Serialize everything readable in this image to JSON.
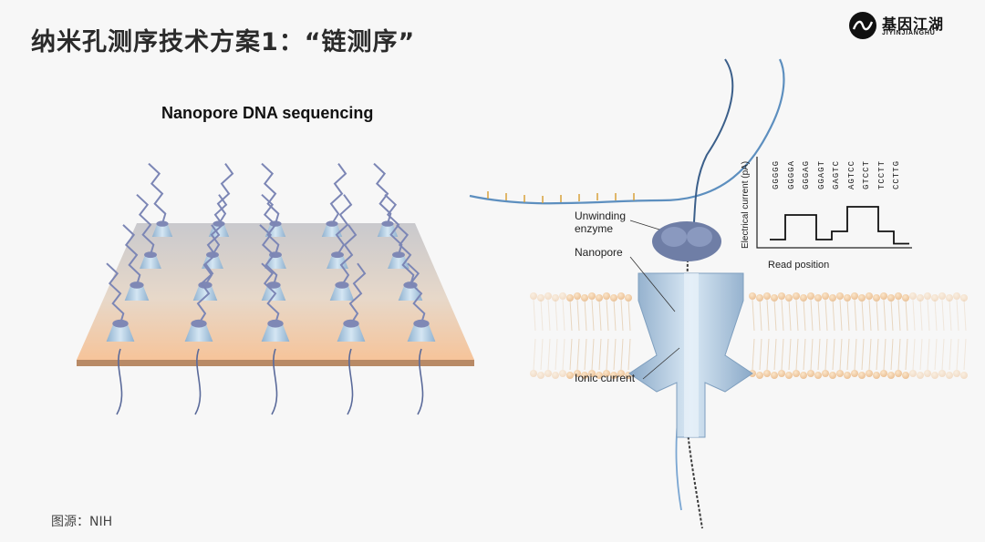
{
  "slide": {
    "title": "纳米孔测序技术方案1：“链测序”",
    "source": "图源：NIH"
  },
  "logo": {
    "name_cn": "基因江湖",
    "name_en": "JIYINJIANGHU"
  },
  "left_figure": {
    "title": "Nanopore DNA sequencing"
  },
  "right_figure": {
    "labels": {
      "unwinding": "Unwinding\nenzyme",
      "nanopore": "Nanopore",
      "ionic": "Ionic current"
    },
    "graph": {
      "ylabel": "Electrical current (pA)",
      "xlabel": "Read position",
      "kmers": [
        "GGGGG",
        "GGGGA",
        "GGGAG",
        "GGAGT",
        "GAGTC",
        "AGTCC",
        "GTCCT",
        "TCCTT",
        "CCTTG"
      ],
      "levels": [
        0.2,
        0.8,
        0.8,
        0.2,
        0.4,
        1.0,
        1.0,
        0.4,
        0.1
      ]
    }
  },
  "colors": {
    "pore": "#a9c6de",
    "pore_dark": "#7f9fbf",
    "dna": "#7c86b5",
    "membrane_top": "#f0d2ad",
    "membrane_plate_top": "#c8c8cc",
    "membrane_plate_bottom": "#f6c8a0"
  }
}
